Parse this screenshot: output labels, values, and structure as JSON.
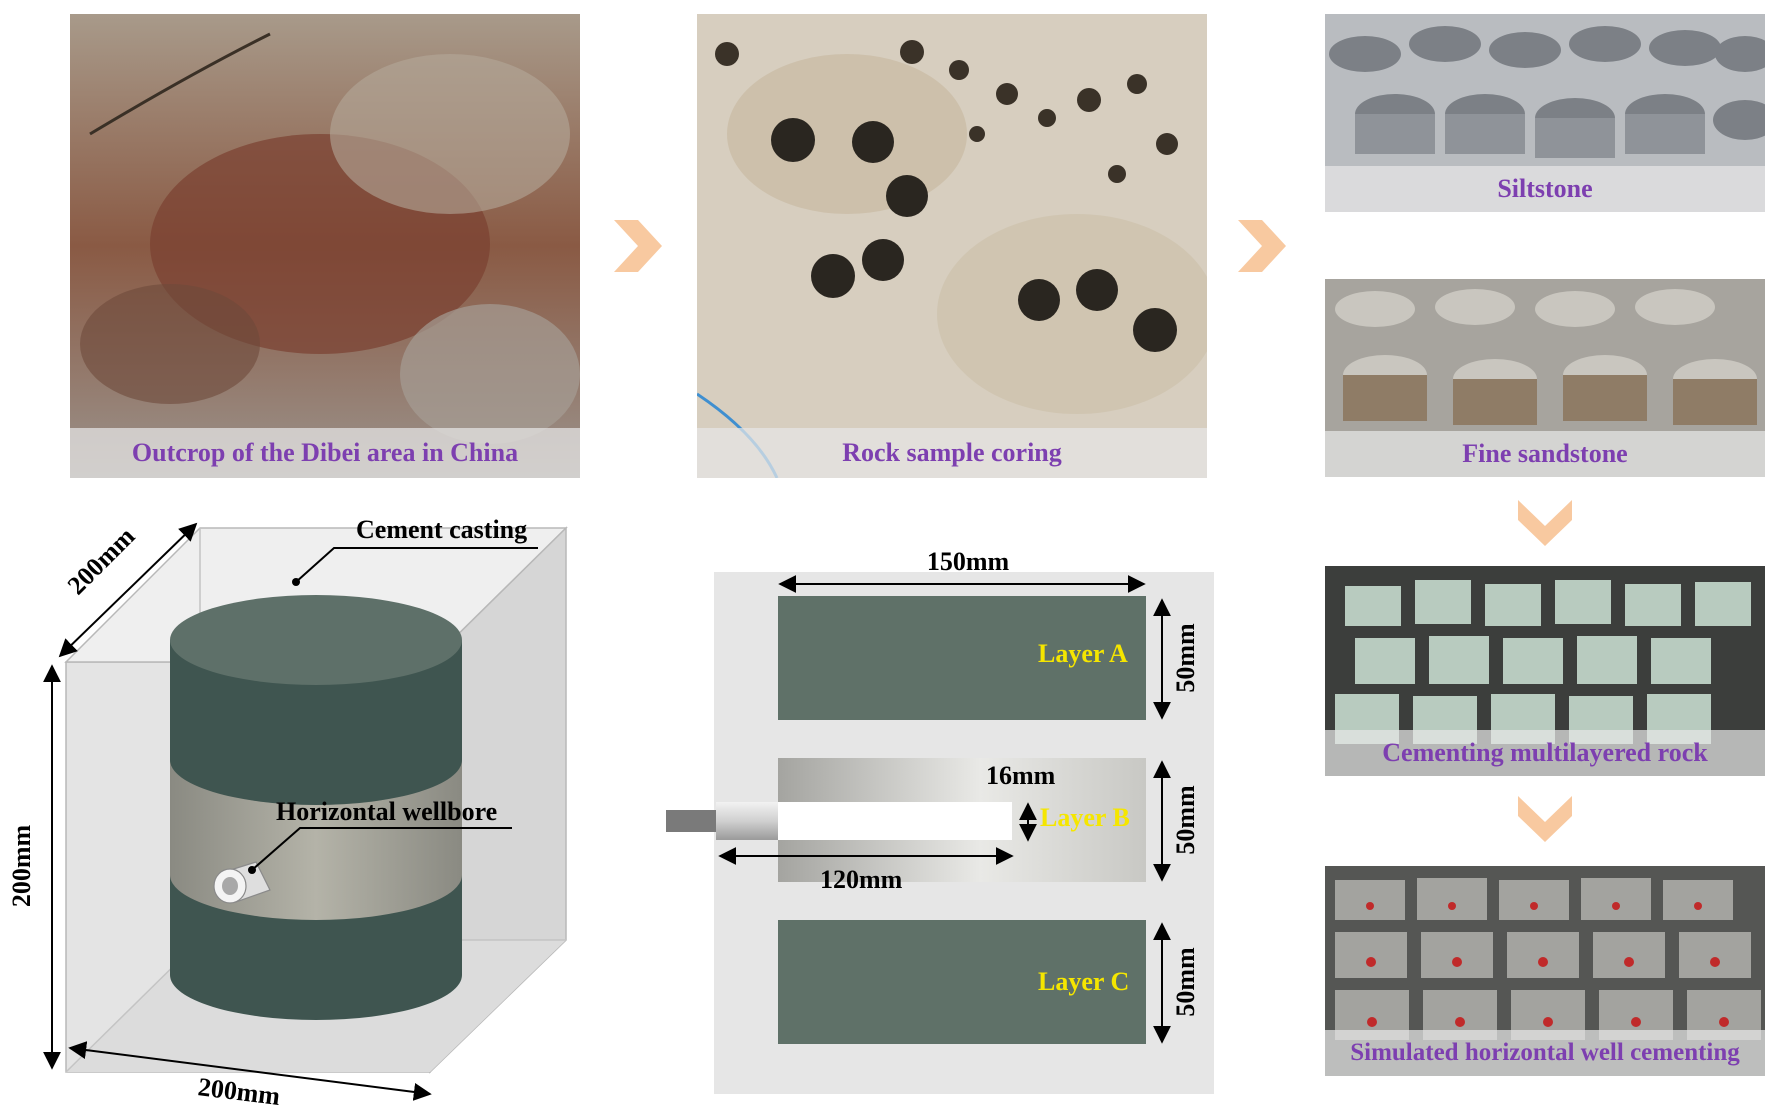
{
  "photos": {
    "outcrop": {
      "caption": "Outcrop of the Dibei area in China"
    },
    "coring": {
      "caption": "Rock sample coring"
    },
    "siltstone": {
      "caption": "Siltstone"
    },
    "fine_sandstone": {
      "caption": "Fine sandstone"
    },
    "cementing": {
      "caption": "Cementing multilayered rock"
    },
    "simulated": {
      "caption": "Simulated horizontal well cementing"
    }
  },
  "cube_diagram": {
    "cement_label": "Cement casting",
    "wellbore_label": "Horizontal wellbore",
    "depth_dim": "200mm",
    "height_dim": "200mm",
    "width_dim": "200mm"
  },
  "layer_diagram": {
    "width_dim": "150mm",
    "layer_a": "Layer A",
    "layer_b": "Layer B",
    "layer_c": "Layer C",
    "layer_a_thickness": "50mm",
    "layer_b_thickness": "50mm",
    "layer_c_thickness": "50mm",
    "bore_diameter": "16mm",
    "bore_length": "120mm"
  },
  "colors": {
    "arrow": "#f8c9a0",
    "caption_text": "#7d3fb0",
    "layer_fill": "#5f7168",
    "layer_text": "#f5e600",
    "cylinder": "#3f5550"
  }
}
